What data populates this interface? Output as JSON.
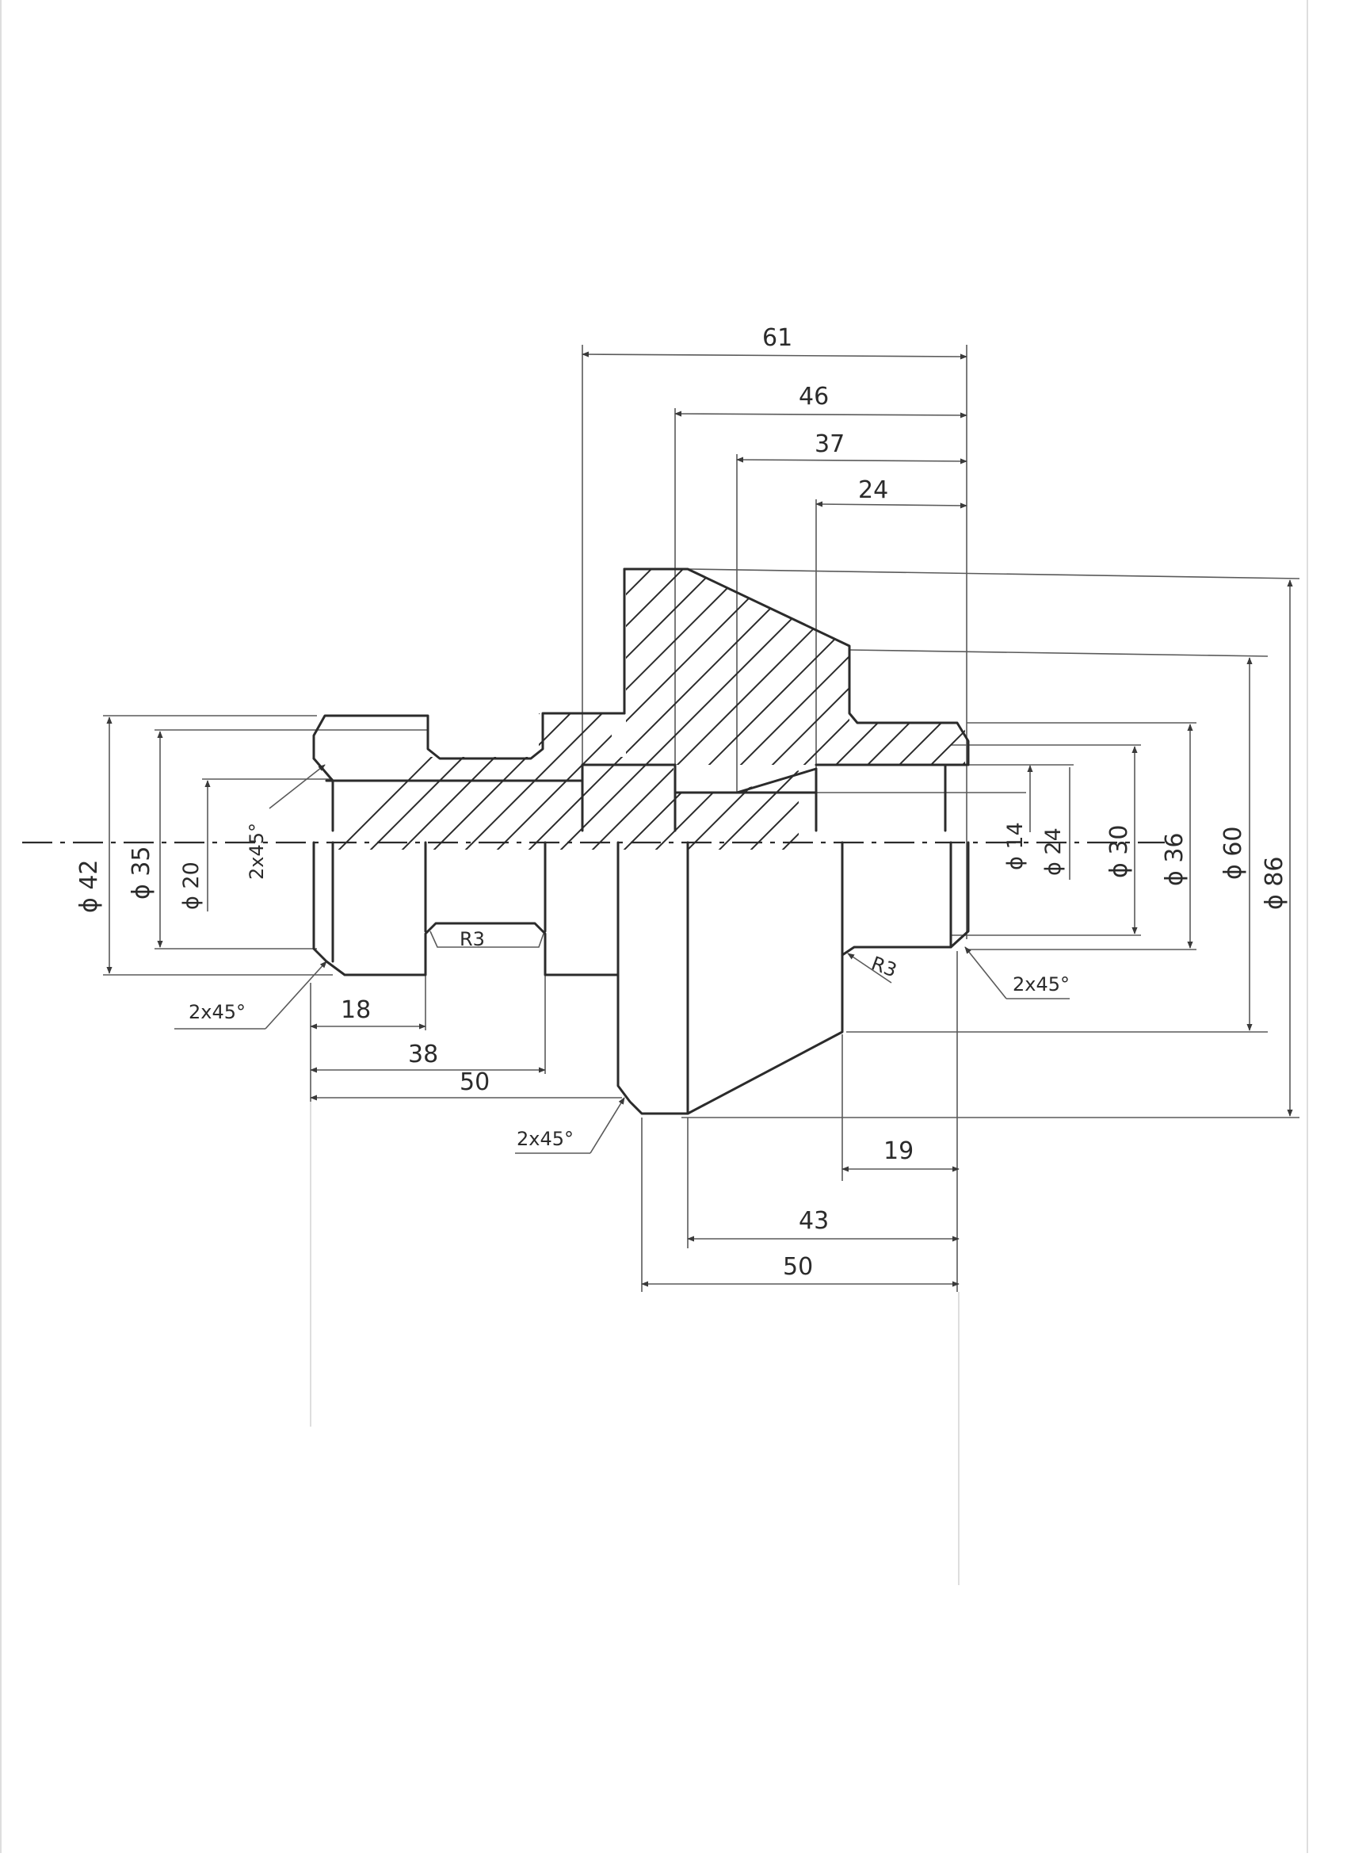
{
  "drawing": {
    "left_section": {
      "diameters": [
        "ϕ 42",
        "ϕ 35",
        "ϕ 20"
      ],
      "chamfer_inner": "2x45°",
      "chamfer_outer": "2x45°",
      "groove_radius": "R3"
    },
    "right_section": {
      "diameters": [
        "ϕ 14",
        "ϕ 24",
        "ϕ 30",
        "ϕ 36",
        "ϕ 60",
        "ϕ 86"
      ],
      "chamfer": "2x45°",
      "radius": "R3"
    },
    "top_dimensions": [
      "61",
      "46",
      "37",
      "24"
    ],
    "bottom_left_dimensions": [
      "18",
      "38",
      "50"
    ],
    "bottom_right_dimensions": [
      "19",
      "43",
      "50"
    ],
    "bottom_chamfer": "2x45°"
  }
}
